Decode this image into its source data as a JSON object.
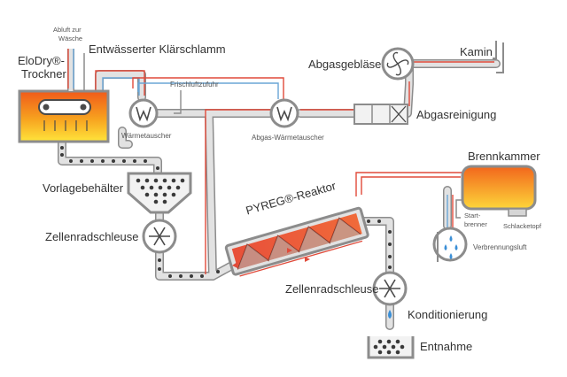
{
  "labels": {
    "dryer_line1": "EloDry®-",
    "dryer_line2": "Trockner",
    "exhaust_line1": "Abluft zur",
    "exhaust_line2": "Wäsche",
    "dewatered_sludge": "Entwässerter Klärschlamm",
    "fresh_air": "Frischluftzufuhr",
    "heat_exchanger": "Wärmetauscher",
    "exhaust_heat_exchanger": "Abgas-Wärmetauscher",
    "exhaust_fan": "Abgasgebläse",
    "chimney": "Kamin",
    "exhaust_cleaning": "Abgasreinigung",
    "storage_bin": "Vorlagebehälter",
    "rotary_valve_1": "Zellenradschleuse",
    "reactor": "PYREG®-Reaktor",
    "combustion_chamber": "Brennkammer",
    "start_burner_line1": "Start-",
    "start_burner_line2": "brenner",
    "slag_pot": "Schlacketopf",
    "combustion_air": "Verbrennungsluft",
    "rotary_valve_2": "Zellenradschleuse",
    "conditioning": "Konditionierung",
    "extraction": "Entnahme"
  },
  "colors": {
    "pipe": "#d6d6d6",
    "pipe_outline": "#8c8c8c",
    "hot_line": "#e04a3a",
    "cool_line": "#6aa6d6",
    "fire_top": "#f07b1f",
    "fire_bottom": "#ffe23a",
    "material_dot": "#3a3a3a",
    "water_drop": "#3b8fd6"
  }
}
